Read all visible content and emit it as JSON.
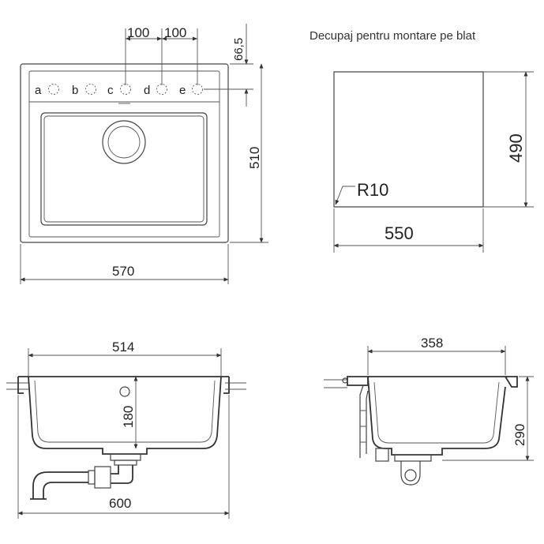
{
  "title": "Decupaj pentru montare pe blat",
  "top_view": {
    "width": "570",
    "height": "510",
    "hole_spacing_1": "100",
    "hole_spacing_2": "100",
    "hole_offset": "66,5",
    "hole_labels": [
      "a",
      "b",
      "c",
      "d",
      "e"
    ]
  },
  "cutout": {
    "width": "550",
    "height": "490",
    "radius": "R10"
  },
  "front_section": {
    "inner_width": "514",
    "outer_width": "600",
    "depth": "180"
  },
  "side_section": {
    "inner_width": "358",
    "depth": "290"
  },
  "colors": {
    "line": "#444444",
    "text": "#222222"
  }
}
